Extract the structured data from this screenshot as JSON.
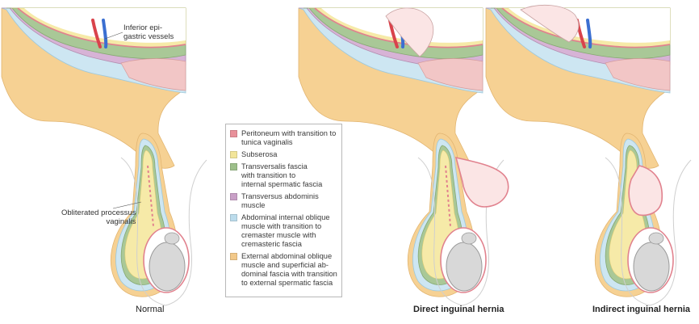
{
  "legend": {
    "items": [
      {
        "label": "Peritoneum with transition to\ntunica vaginalis",
        "color": "#e8909a"
      },
      {
        "label": "Subserosa",
        "color": "#f2e59a"
      },
      {
        "label": "Transversalis fascia\nwith transition to\ninternal spermatic fascia",
        "color": "#9dbf8a"
      },
      {
        "label": "Transversus abdominis muscle",
        "color": "#c9a0c7"
      },
      {
        "label": "Abdominal internal oblique\nmuscle with transition to\ncremaster muscle with\ncremasteric fascia",
        "color": "#bcdcec"
      },
      {
        "label": "External abdominal oblique\nmuscle and superficial ab-\ndominal fascia with transition\nto external spermatic fascia",
        "color": "#f2c98a"
      }
    ]
  },
  "labels": {
    "vessels": "Inferior epi-\ngastric vessels",
    "processus": "Obliterated processus\nvaginalis"
  },
  "captions": {
    "normal": "Normal",
    "direct": "Direct inguinal hernia",
    "indirect": "Indirect inguinal hernia"
  }
}
